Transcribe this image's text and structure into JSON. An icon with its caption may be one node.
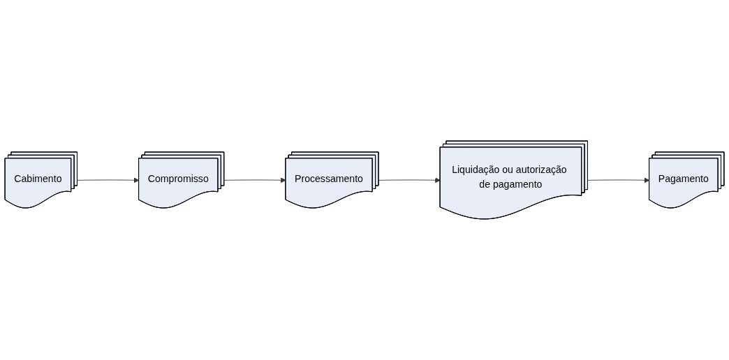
{
  "diagram": {
    "nodes": [
      {
        "text": [
          "Cabimento"
        ]
      },
      {
        "text": [
          "Compromisso"
        ]
      },
      {
        "text": [
          "Processamento"
        ]
      },
      {
        "text": [
          "Liquidação ou autorização de pagamento"
        ]
      },
      {
        "text": [
          "Pagamento"
        ]
      }
    ],
    "edges": [
      {
        "from": 0,
        "to": 1,
        "arrow": "to"
      },
      {
        "from": 1,
        "to": 2,
        "arrow": "to"
      },
      {
        "from": 2,
        "to": 3,
        "arrow": "to"
      },
      {
        "from": 3,
        "to": 4,
        "arrow": "to"
      }
    ]
  }
}
